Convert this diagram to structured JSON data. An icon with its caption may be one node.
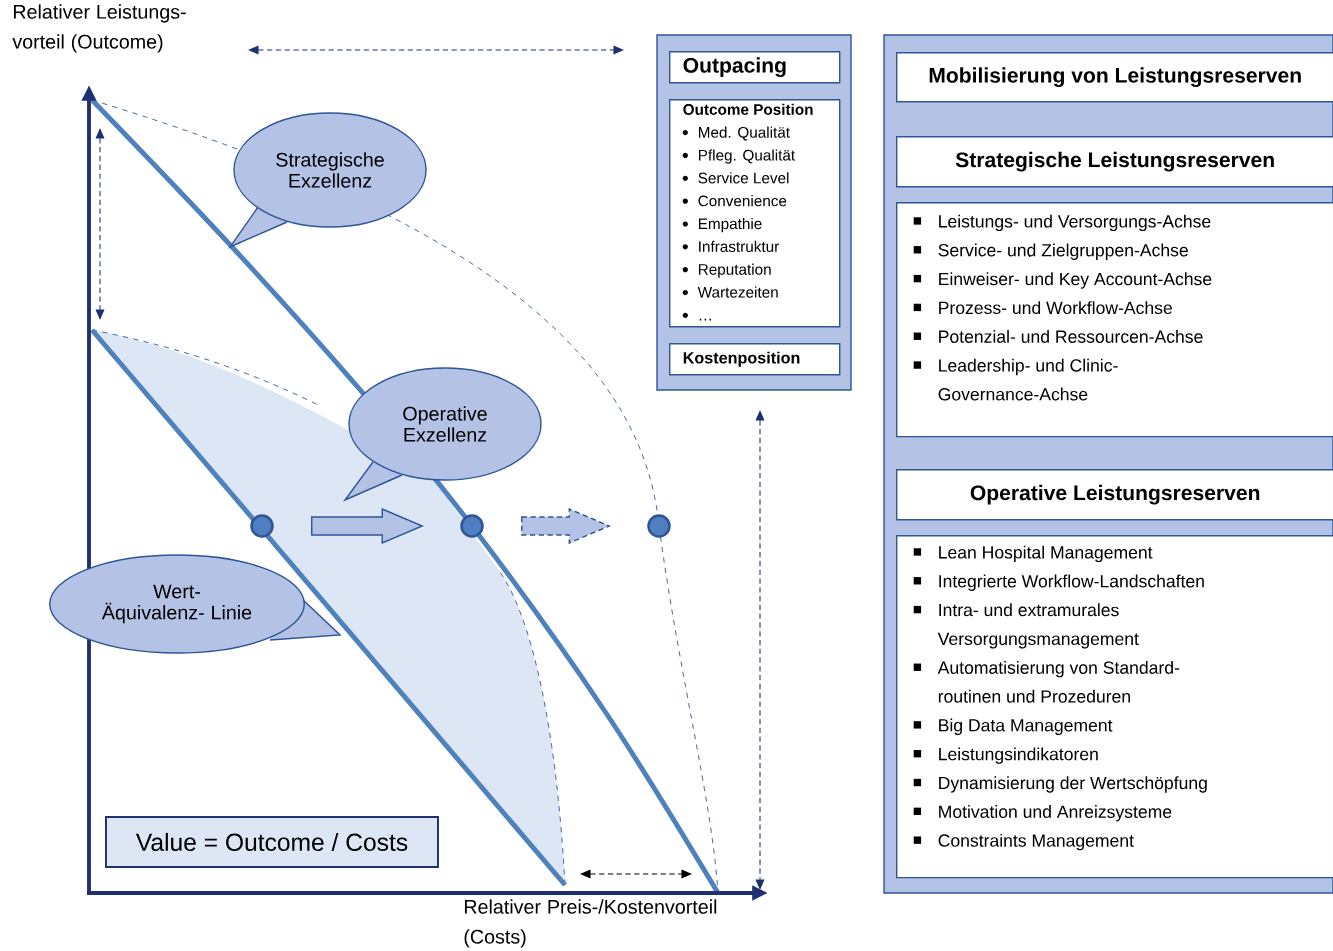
{
  "diagram": {
    "nodes": [
      {
        "text": [
          "Outpacing"
        ]
      },
      {
        "text": [
          "Outcome Position",
          "Med. Qualität",
          "Pfleg. Qualität",
          "Service Level",
          "Convenience",
          "Empathie",
          "Infrastruktur",
          "Reputation",
          "Wartezeiten",
          "…"
        ]
      },
      {
        "text": [
          "Kostenposition"
        ]
      },
      {
        "text": [
          "Mobilisierung von Leistungsreserven"
        ]
      },
      {
        "text": [
          "Strategische Leistungsreserven"
        ]
      },
      {
        "text": [
          "Leistungs- und Versorgungs-Achse",
          "Service- und Zielgruppen-Achse",
          "Einweiser- und Key Account-Achse",
          "Prozess- und Workflow-Achse",
          "Potenzial- und Ressourcen-Achse",
          "Leadership- und Clinic- Governance-Achse"
        ]
      },
      {
        "text": [
          "Operative Leistungsreserven"
        ]
      },
      {
        "text": [
          "Lean Hospital Management",
          "Integrierte Workflow-Landschaften",
          "Intra- und extramurales Versorgungsmanagement",
          "Automatisierung von Standard- routinen und Prozeduren",
          "Big Data Management",
          "Leistungsindikatoren",
          "Dynamisierung der Wertschöpfung",
          "Motivation und Anreizsysteme",
          "Constraints Management"
        ]
      },
      {
        "text": [
          "Strategische Exzellenz"
        ]
      },
      {
        "text": [
          "Operative Exzellenz"
        ]
      },
      {
        "text": [
          "Wert-Äquivalenz- Linie"
        ]
      },
      {
        "text": [
          "Value = Outcome / Costs"
        ]
      },
      {
        "text": [],
        "shape": "circle"
      },
      {
        "text": [],
        "shape": "circle"
      },
      {
        "text": [],
        "shape": "circle"
      }
    ],
    "edges": [
      {
        "from": 12,
        "to": 13,
        "arrow": "to"
      },
      {
        "from": 13,
        "to": 14,
        "arrow": "to",
        "style": "dashed"
      }
    ],
    "labels": [
      "Relativer Leistungs- vorteil (Outcome)",
      "Relativer Preis-/Kostenvorteil (Costs)"
    ]
  }
}
